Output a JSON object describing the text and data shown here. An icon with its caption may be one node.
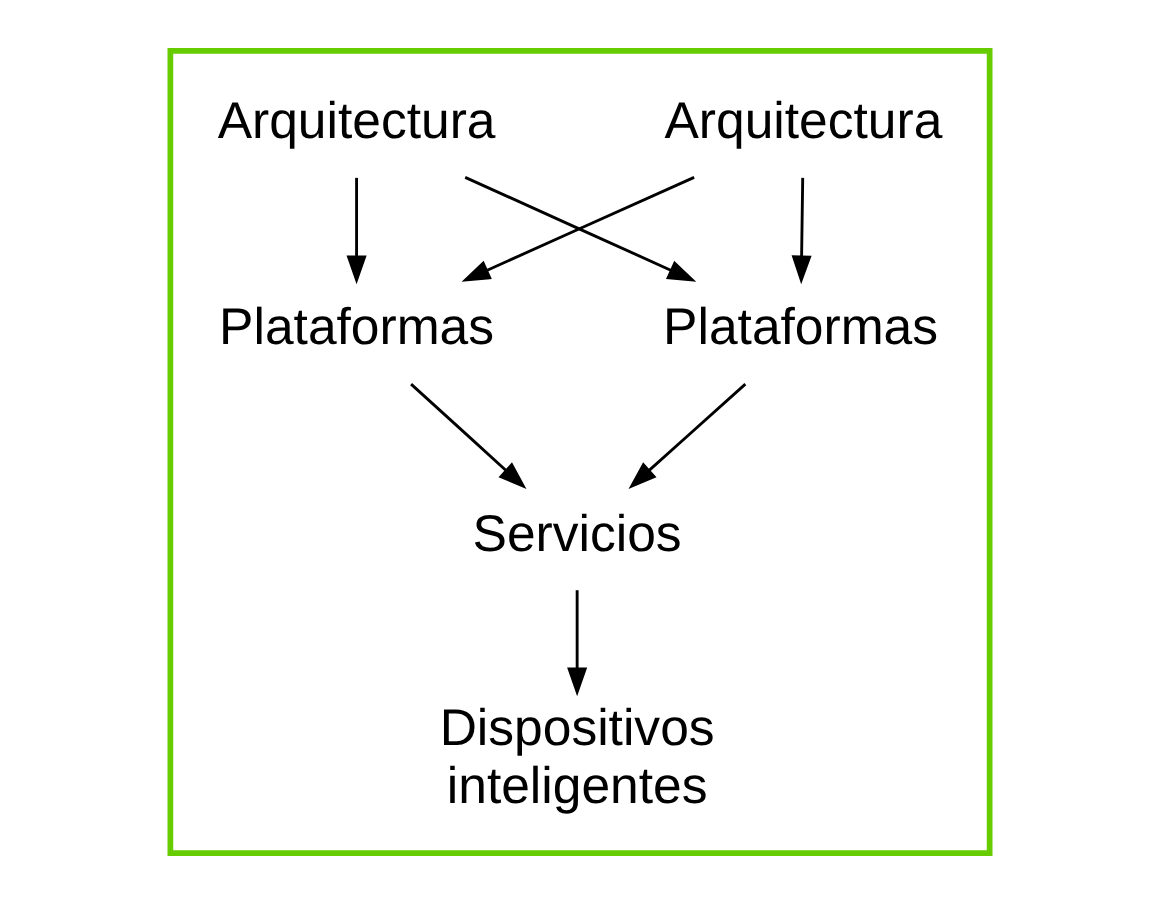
{
  "diagram": {
    "nodes": [
      {
        "text": [],
        "shape": "box"
      },
      {
        "text": [
          "Arquitectura"
        ],
        "in": 0
      },
      {
        "text": [
          "Arquitectura"
        ],
        "in": 0
      },
      {
        "text": [
          "Plataformas"
        ],
        "in": 0
      },
      {
        "text": [
          "Plataformas"
        ],
        "in": 0
      },
      {
        "text": [
          "Servicios"
        ],
        "in": 0
      },
      {
        "text": [
          "Dispositivos inteligentes"
        ],
        "in": 0
      }
    ],
    "edges": [
      {
        "from": 1,
        "to": 3,
        "arrow": "to"
      },
      {
        "from": 1,
        "to": 4,
        "arrow": "to"
      },
      {
        "from": 2,
        "to": 3,
        "arrow": "to"
      },
      {
        "from": 2,
        "to": 4,
        "arrow": "to"
      },
      {
        "from": 3,
        "to": 5,
        "arrow": "to"
      },
      {
        "from": 4,
        "to": 5,
        "arrow": "to"
      },
      {
        "from": 5,
        "to": 6,
        "arrow": "to"
      }
    ]
  }
}
